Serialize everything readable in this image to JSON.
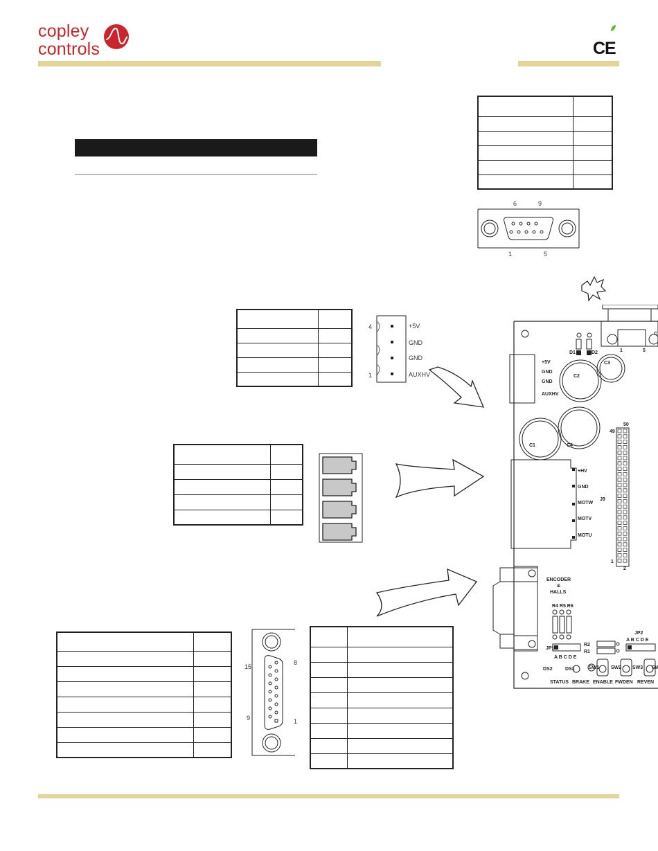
{
  "header": {
    "brand_line1": "copley",
    "brand_line2": "controls",
    "ce_mark": "CE",
    "logo_icon": "copley-swirl-logo",
    "leaf_icon": "green-leaf-icon"
  },
  "colors": {
    "brand_red": "#c8252c",
    "tan_rule": "#e3d59a",
    "leaf_green": "#6ab23e"
  },
  "db9_connector": {
    "labels": [
      "6",
      "9",
      "1",
      "5"
    ]
  },
  "aux_connector": {
    "pin_top": "4",
    "pin_bottom": "1",
    "signals": [
      "+5V",
      "GND",
      "GND",
      "AUXHV"
    ]
  },
  "db15_connector": {
    "labels": [
      "15",
      "8",
      "9",
      "1"
    ]
  },
  "board": {
    "aux_labels": [
      "+5V",
      "GND",
      "GND",
      "AUXHV"
    ],
    "motor_labels": [
      "+HV",
      "GND",
      "MOTW",
      "MOTV",
      "MOTU"
    ],
    "cap_labels": [
      "C1",
      "C2",
      "C3",
      "C4"
    ],
    "d_labels": [
      "D1",
      "D2"
    ],
    "c_right": "C",
    "db9_pins": [
      "1",
      "5"
    ],
    "j9_label": "J9",
    "j9_top_left": "49",
    "j9_top_right": "50",
    "j9_bottom_left": "1",
    "j9_bottom_right": "2",
    "encoder_label": [
      "ENCODER",
      "&",
      "HALLS"
    ],
    "r_labels": "R4 R5 R6",
    "r2": "R2",
    "r1": "R1",
    "jp1": "JP1",
    "jp1_letters": "A B C D E",
    "jp2": "JP2",
    "jp2_letters": "A B C D E",
    "ds2": "DS2",
    "ds1": "DS1",
    "sw_labels": [
      "SW1",
      "SW2",
      "SW3",
      "SW"
    ],
    "bottom_labels": [
      "STATUS",
      "BRAKE",
      "ENABLE",
      "FWDEN",
      "REVEN"
    ]
  }
}
